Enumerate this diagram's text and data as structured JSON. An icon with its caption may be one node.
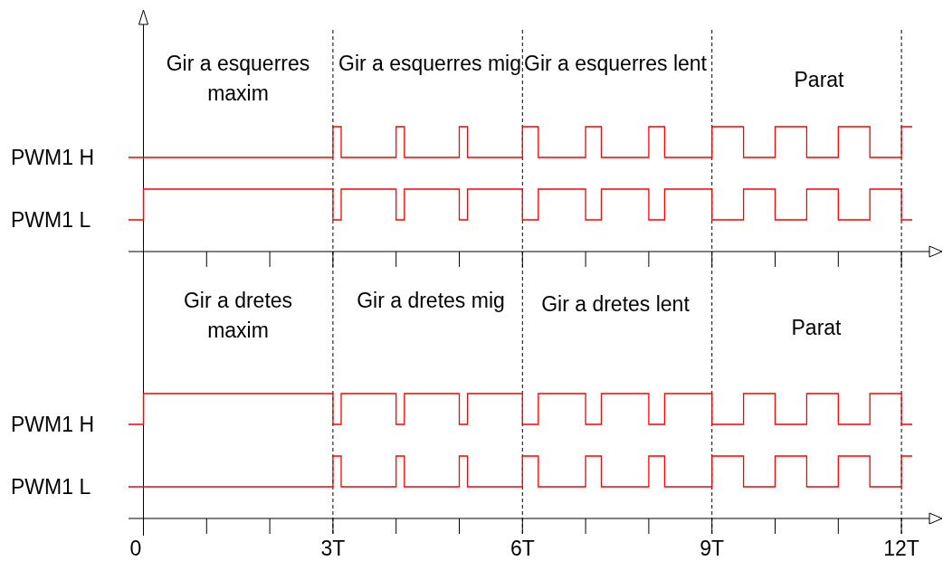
{
  "diagram": {
    "labels": [
      "Gir a esquerres maxim",
      "Gir a esquerres mig",
      "Gir a esquerres lent",
      "Parat",
      "PWM1 H",
      "PWM1 L",
      "Gir a dretes maxim",
      "Gir a dretes mig",
      "Gir a dretes lent",
      "Parat",
      "PWM1 H",
      "PWM1 L",
      "0",
      "3T",
      "6T",
      "9T",
      "12T"
    ]
  }
}
